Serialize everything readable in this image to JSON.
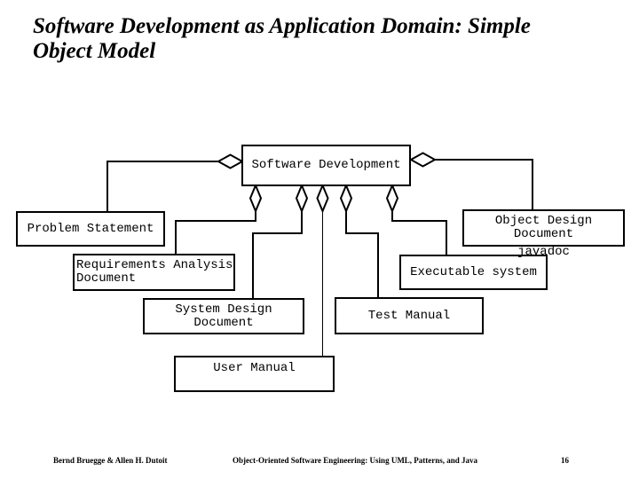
{
  "slide": {
    "background": "#ffffff",
    "ink_color": "#000000",
    "title": {
      "line1": "Software Development as Application Domain: Simple",
      "line2": "Object Model"
    },
    "footer": {
      "authors": "Bernd Bruegge & Allen H. Dutoit",
      "book_title": "Object-Oriented Software Engineering: Using UML, Patterns, and Java",
      "page_number": "16"
    }
  },
  "diagram": {
    "type": "uml-object-model",
    "connector_style": "hollow-aggregation-diamond",
    "root": {
      "label": "Software Development"
    },
    "parts": {
      "problem_statement": {
        "label": "Problem Statement"
      },
      "requirements_analysis_document": {
        "line1": "Requirements Analysis",
        "line2": "Document"
      },
      "system_design_document": {
        "line1": "System Design",
        "line2": "Document"
      },
      "object_design_document": {
        "line1": "Object Design",
        "line2": "Document",
        "line3": "javadoc"
      },
      "executable_system": {
        "label": "Executable system"
      },
      "test_manual": {
        "label": "Test Manual"
      },
      "user_manual": {
        "label": "User Manual"
      }
    },
    "relations": [
      {
        "whole": "Software Development",
        "part": "Problem Statement",
        "type": "aggregation"
      },
      {
        "whole": "Software Development",
        "part": "Requirements Analysis Document",
        "type": "aggregation"
      },
      {
        "whole": "Software Development",
        "part": "System Design Document",
        "type": "aggregation"
      },
      {
        "whole": "Software Development",
        "part": "User Manual",
        "type": "aggregation"
      },
      {
        "whole": "Software Development",
        "part": "Test Manual",
        "type": "aggregation"
      },
      {
        "whole": "Software Development",
        "part": "Executable system",
        "type": "aggregation"
      },
      {
        "whole": "Software Development",
        "part": "Object Design Document javadoc",
        "type": "aggregation"
      }
    ]
  }
}
